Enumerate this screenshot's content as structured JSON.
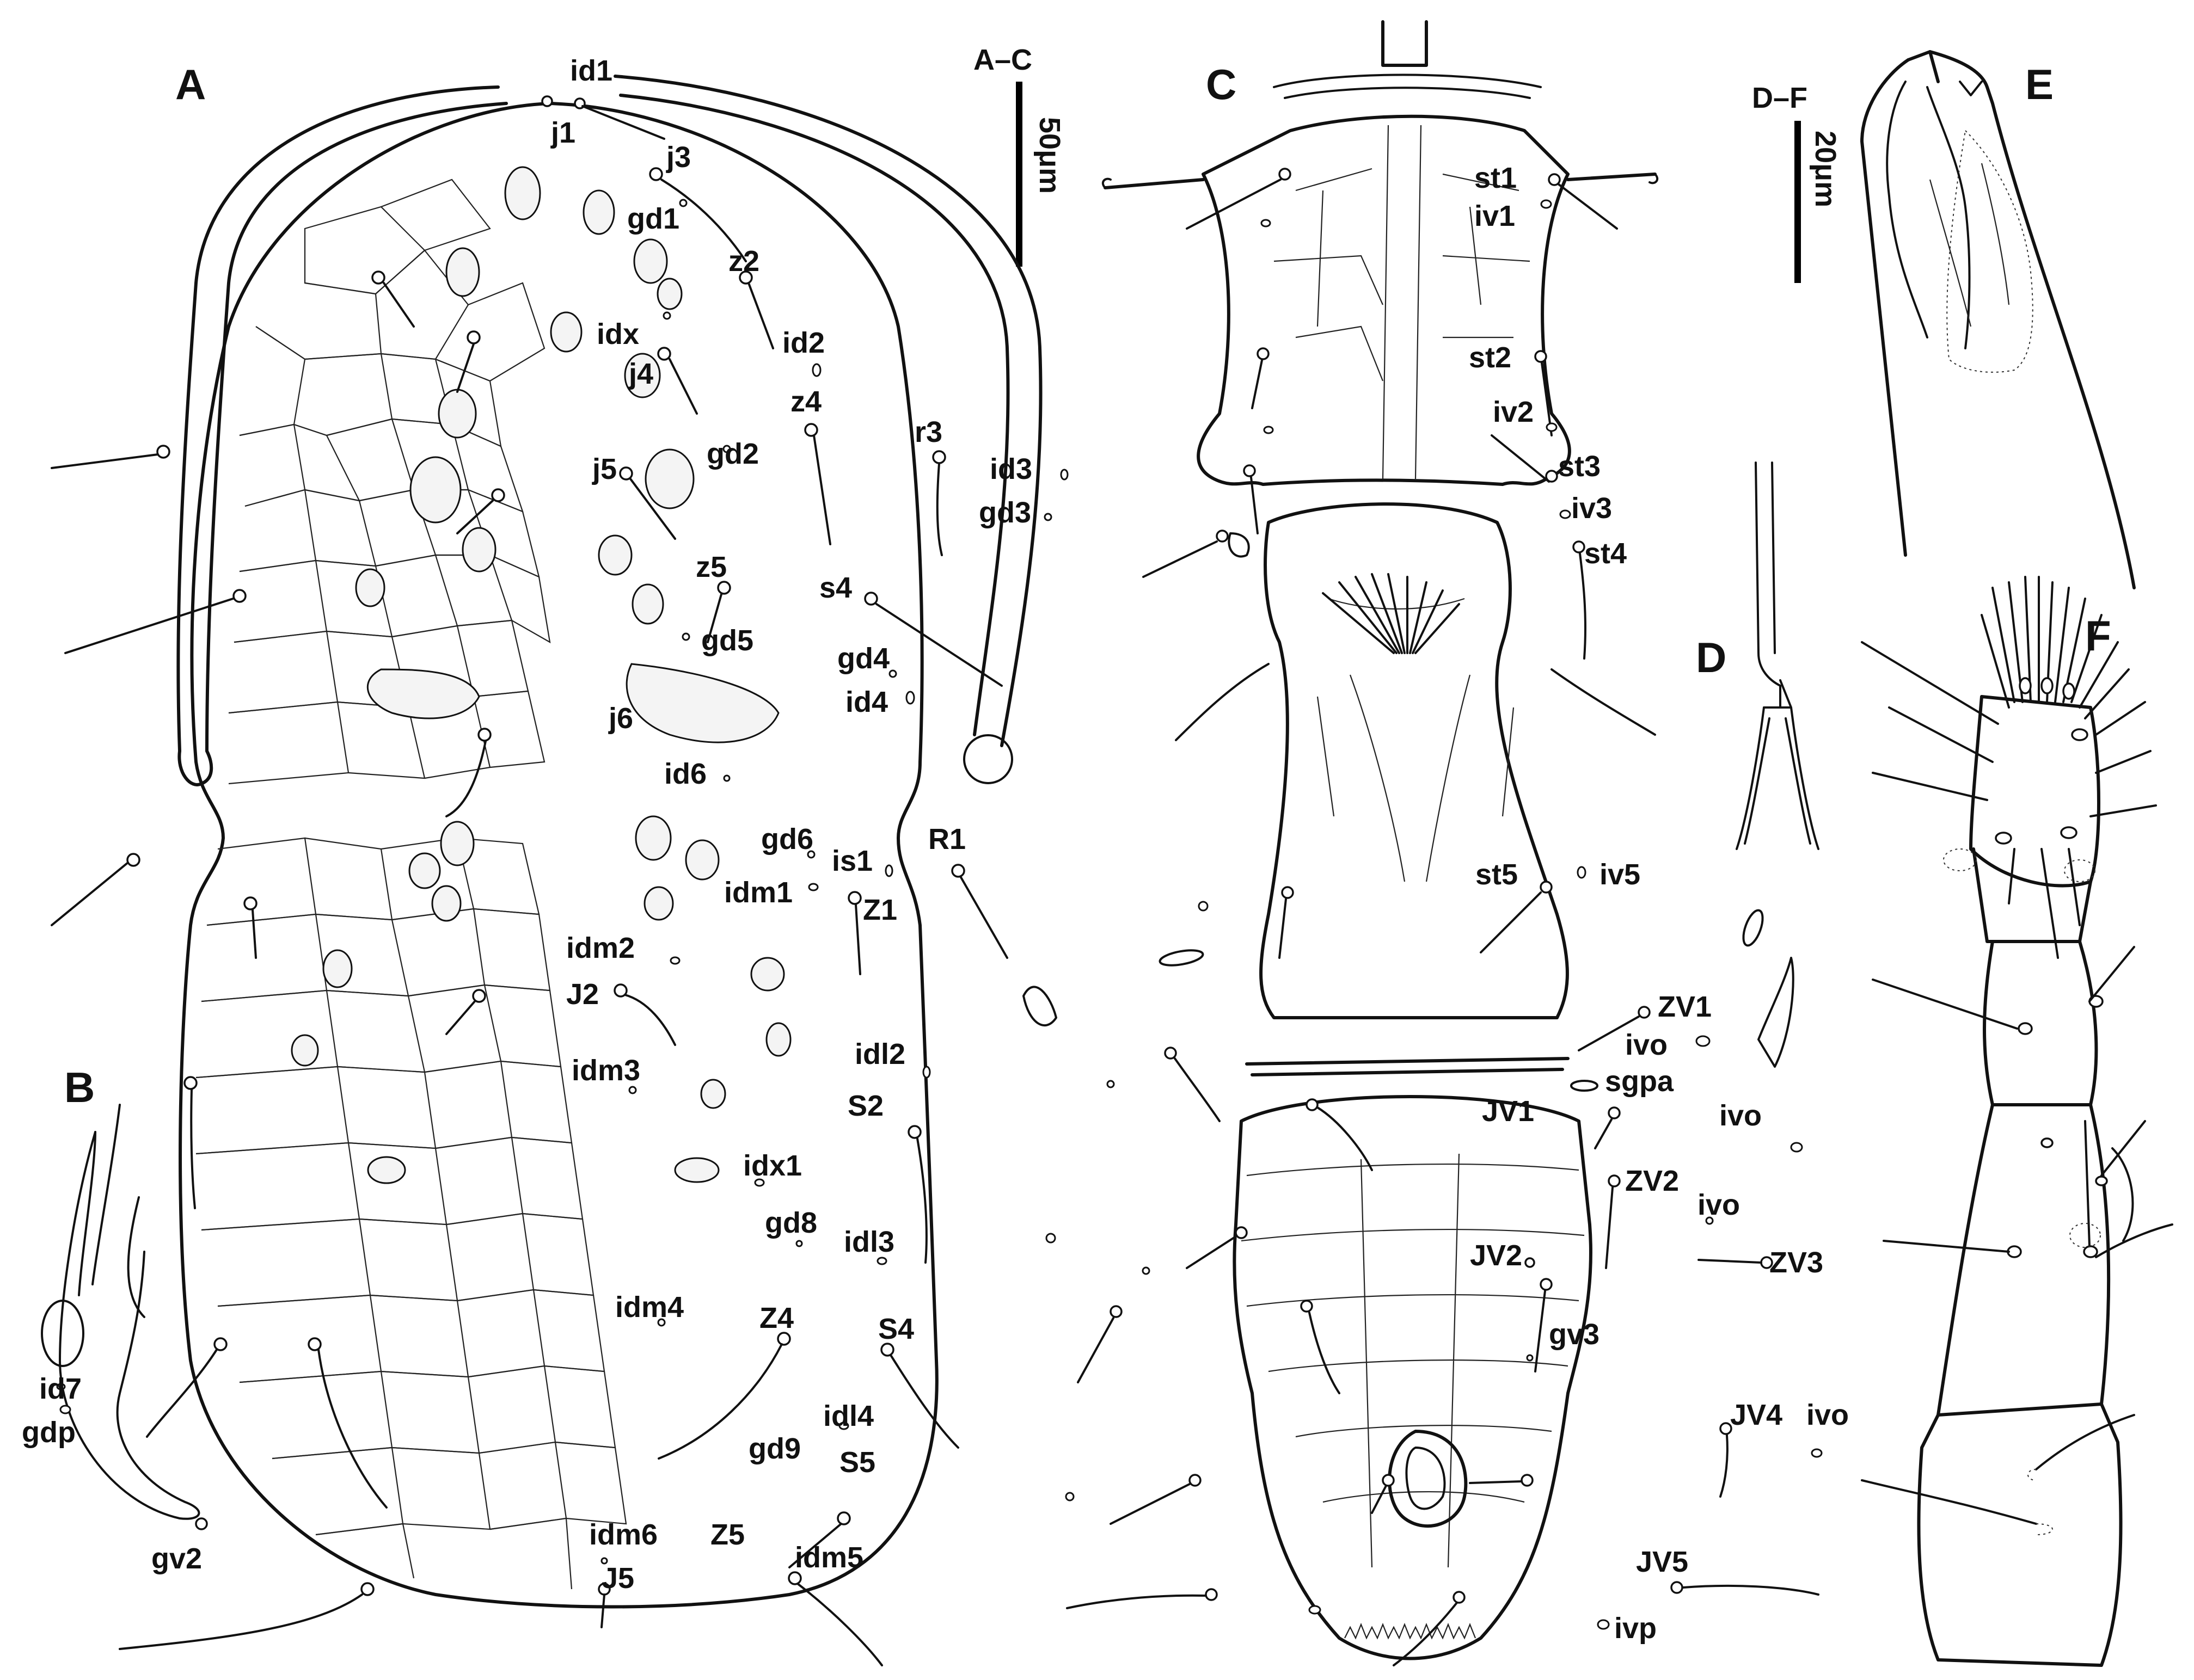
{
  "panels": {
    "A": "A",
    "B": "B",
    "C": "C",
    "D": "D",
    "E": "E",
    "F": "F"
  },
  "scale_bars": {
    "ac_label": "A–C",
    "ac_length": "50μm",
    "df_label": "D–F",
    "df_length": "20μm"
  },
  "labels_A": {
    "id1": "id1",
    "j1": "j1",
    "j3": "j3",
    "gd1": "gd1",
    "z2": "z2",
    "id2": "id2",
    "idx": "idx",
    "j4": "j4",
    "z4": "z4",
    "r3": "r3",
    "gd2": "gd2",
    "j5": "j5",
    "id3": "id3",
    "gd3": "gd3",
    "z5": "z5",
    "s4": "s4",
    "gd5": "gd5",
    "gd4": "gd4",
    "id4": "id4",
    "j6": "j6",
    "id6": "id6",
    "gd6": "gd6",
    "is1": "is1",
    "R1": "R1",
    "idm1": "idm1",
    "Z1": "Z1",
    "idm2": "idm2",
    "J2": "J2",
    "idm3": "idm3",
    "idl2": "idl2",
    "S2": "S2",
    "idx1": "idx1",
    "gd8": "gd8",
    "idl3": "idl3",
    "idm4": "idm4",
    "Z4": "Z4",
    "S4": "S4",
    "idl4": "idl4",
    "gd9": "gd9",
    "S5": "S5",
    "idm6": "idm6",
    "J5": "J5",
    "Z5": "Z5",
    "idm5": "idm5"
  },
  "labels_B": {
    "id7": "id7",
    "gdp": "gdp",
    "gv2": "gv2"
  },
  "labels_C": {
    "st1": "st1",
    "iv1": "iv1",
    "st2": "st2",
    "iv2": "iv2",
    "st3": "st3",
    "iv3": "iv3",
    "st4": "st4",
    "st5": "st5",
    "iv5": "iv5",
    "ZV1": "ZV1",
    "ivo_1": "ivo",
    "sgpa": "sgpa",
    "JV1": "JV1",
    "ivo_2": "ivo",
    "ZV2": "ZV2",
    "ivo_3": "ivo",
    "ZV3": "ZV3",
    "JV2": "JV2",
    "gv3": "gv3",
    "JV4": "JV4",
    "ivo_4": "ivo",
    "JV5": "JV5",
    "ivp": "ivp"
  }
}
